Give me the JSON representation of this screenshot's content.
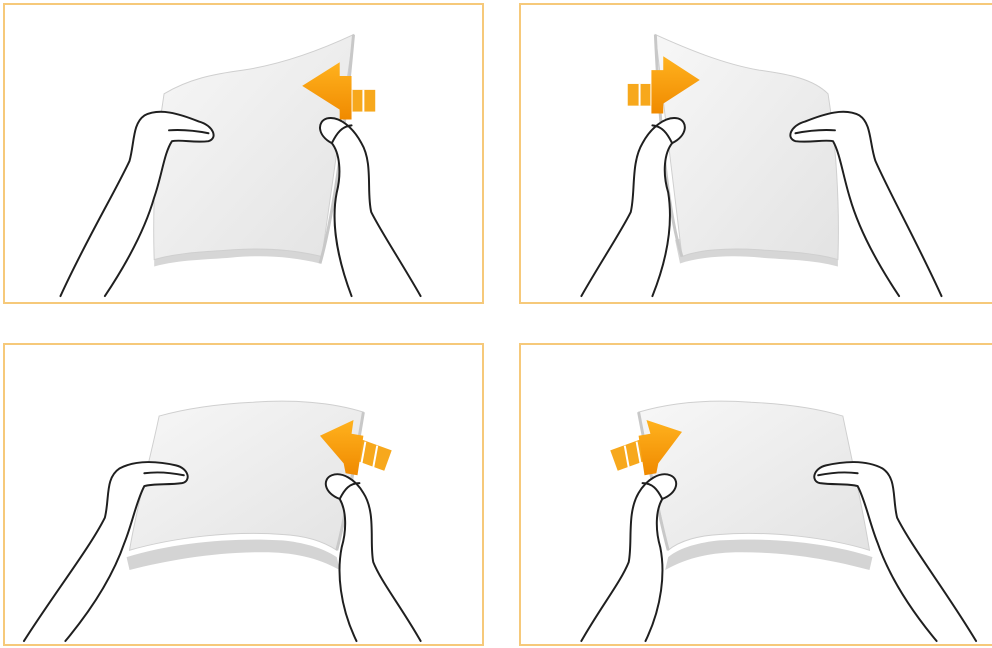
{
  "colors": {
    "frame": "#f6c97a",
    "arrow": "#f39a00",
    "paper": "#efefef",
    "paper_edge": "#d9d9d9",
    "ink": "#1f1f1f"
  },
  "steps": [
    {
      "motion": "fan-pages",
      "arrow_direction": "left",
      "sheet_bend": "vertical"
    },
    {
      "motion": "fan-pages",
      "arrow_direction": "right",
      "sheet_bend": "vertical"
    },
    {
      "motion": "fan-pages",
      "arrow_direction": "left",
      "sheet_bend": "horizontal"
    },
    {
      "motion": "fan-pages",
      "arrow_direction": "right",
      "sheet_bend": "horizontal"
    }
  ],
  "icons": [
    "paper-stack-icon",
    "hand-icon",
    "arrow-left-icon",
    "arrow-right-icon"
  ]
}
